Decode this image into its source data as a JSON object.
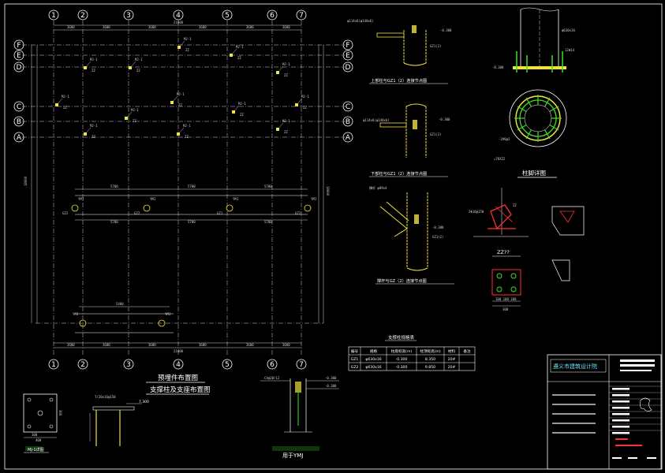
{
  "colors": {
    "background": "#000000",
    "lines": "#ffffff",
    "steel": "#f0e040",
    "rebar": "#3fdc2a",
    "weld": "#ff3030",
    "title_block_text": "#6ee0ff"
  },
  "plan": {
    "column_axes": [
      "1",
      "2",
      "3",
      "4",
      "5",
      "6",
      "7"
    ],
    "row_axes": [
      "F",
      "E",
      "D",
      "C",
      "B",
      "A"
    ],
    "title_1": "预埋件布置图",
    "title_2": "支撑柱及支座布置图",
    "embed_label": "MJ-1",
    "bracket_label": "ZZ",
    "column_labels": [
      "GZ2",
      "GZ2",
      "GZ1",
      "GZ2"
    ],
    "ymj_labels": [
      "YMJ",
      "YMJ",
      "YMJ",
      "YMJ"
    ]
  },
  "details": {
    "upper_node": "上部柱与GZ1（2）连接节点图",
    "lower_node": "下部柱与GZ1（2）连接节点图",
    "brace_node": "撑杆与GZ（2）连接节点图",
    "foot_detail": "柱脚详图",
    "bracket_detail": "ZZ??",
    "plate_detail": "MJ-1详图",
    "embed_detail": "用于YMJ",
    "elev_1": "-0.300",
    "elev_2": "7.300"
  },
  "table": {
    "title": "支撑柱规格表",
    "headers": [
      "编号",
      "规格",
      "柱底标高(m)",
      "柱顶标高(m)",
      "材料",
      "备注"
    ],
    "rows": [
      [
        "GZ1",
        "φ630x16",
        "-0.300",
        "8.350",
        "20#",
        ""
      ],
      [
        "GZ2",
        "φ630x16",
        "-0.300",
        "9.850",
        "20#",
        ""
      ]
    ]
  },
  "title_block": {
    "institute": "遵义市建筑设计院"
  }
}
